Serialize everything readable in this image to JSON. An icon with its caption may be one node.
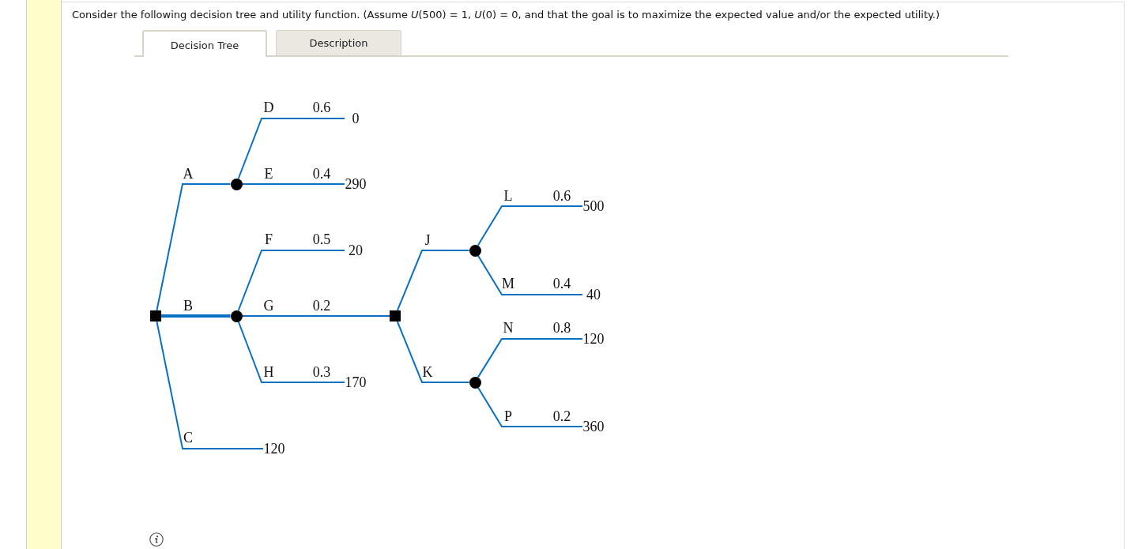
{
  "diagram": {
    "title": "Consider the following decision tree and utility function. (Assume *U*(500) = 1, *U*(0) = 0, and that the goal is to maximize the expected value and/or the expected utility.)",
    "nodes": [
      {
        "text": [],
        "shape": "box"
      },
      {
        "text": [],
        "shape": "circle"
      },
      {
        "text": [
          "0"
        ]
      },
      {
        "text": [
          "290"
        ]
      },
      {
        "text": [],
        "shape": "circle"
      },
      {
        "text": [
          "20"
        ]
      },
      {
        "text": [],
        "shape": "box"
      },
      {
        "text": [],
        "shape": "circle"
      },
      {
        "text": [
          "500"
        ]
      },
      {
        "text": [
          "40"
        ]
      },
      {
        "text": [],
        "shape": "circle"
      },
      {
        "text": [
          "120"
        ]
      },
      {
        "text": [
          "360"
        ]
      },
      {
        "text": [
          "170"
        ]
      },
      {
        "text": [
          "120"
        ]
      }
    ],
    "edges": [
      {
        "from": 0,
        "to": 1,
        "arrow": "none",
        "label": "A"
      },
      {
        "from": 1,
        "to": 2,
        "arrow": "none",
        "label": "D"
      },
      {
        "from": 1,
        "to": 3,
        "arrow": "none",
        "label": "E"
      },
      {
        "from": 0,
        "to": 4,
        "arrow": "none",
        "label": "B",
        "style": "thick"
      },
      {
        "from": 4,
        "to": 5,
        "arrow": "none",
        "label": "F"
      },
      {
        "from": 4,
        "to": 6,
        "arrow": "none",
        "label": "G"
      },
      {
        "from": 6,
        "to": 7,
        "arrow": "none",
        "label": "J"
      },
      {
        "from": 7,
        "to": 8,
        "arrow": "none",
        "label": "L"
      },
      {
        "from": 7,
        "to": 9,
        "arrow": "none",
        "label": "M"
      },
      {
        "from": 6,
        "to": 10,
        "arrow": "none",
        "label": "K"
      },
      {
        "from": 10,
        "to": 11,
        "arrow": "none",
        "label": "N"
      },
      {
        "from": 10,
        "to": 12,
        "arrow": "none",
        "label": "P"
      },
      {
        "from": 4,
        "to": 13,
        "arrow": "none",
        "label": "H"
      },
      {
        "from": 0,
        "to": 14,
        "arrow": "none",
        "label": "C"
      }
    ],
    "labels": [
      "Decision Tree",
      "Description",
      "0.6",
      "0.4",
      "0.6",
      "0.5",
      "0.4",
      "0.2",
      "0.8",
      "0.3",
      "0.2"
    ]
  }
}
